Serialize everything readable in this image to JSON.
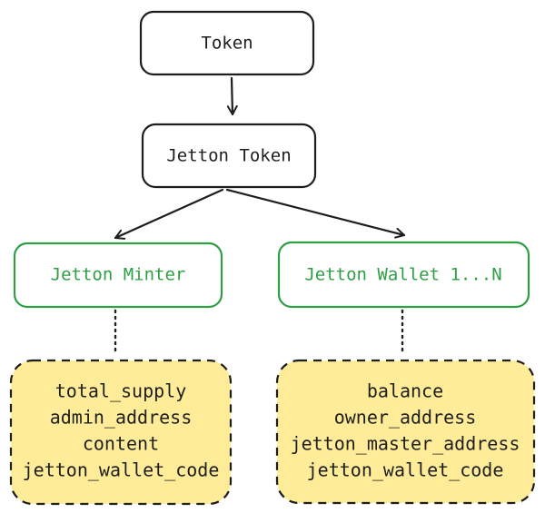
{
  "nodes": {
    "token": {
      "label": "Token"
    },
    "jetton_token": {
      "label": "Jetton Token"
    },
    "jetton_minter": {
      "label": "Jetton Minter"
    },
    "jetton_wallet": {
      "label": "Jetton Wallet 1...N"
    }
  },
  "minter_fields": [
    "total_supply",
    "admin_address",
    "content",
    "jetton_wallet_code"
  ],
  "wallet_fields": [
    "balance",
    "owner_address",
    "jetton_master_address",
    "jetton_wallet_code"
  ],
  "colors": {
    "dark_stroke": "#1e1e1e",
    "green_stroke": "#2f9e44",
    "note_fill": "#ffec99",
    "background": "#ffffff"
  }
}
